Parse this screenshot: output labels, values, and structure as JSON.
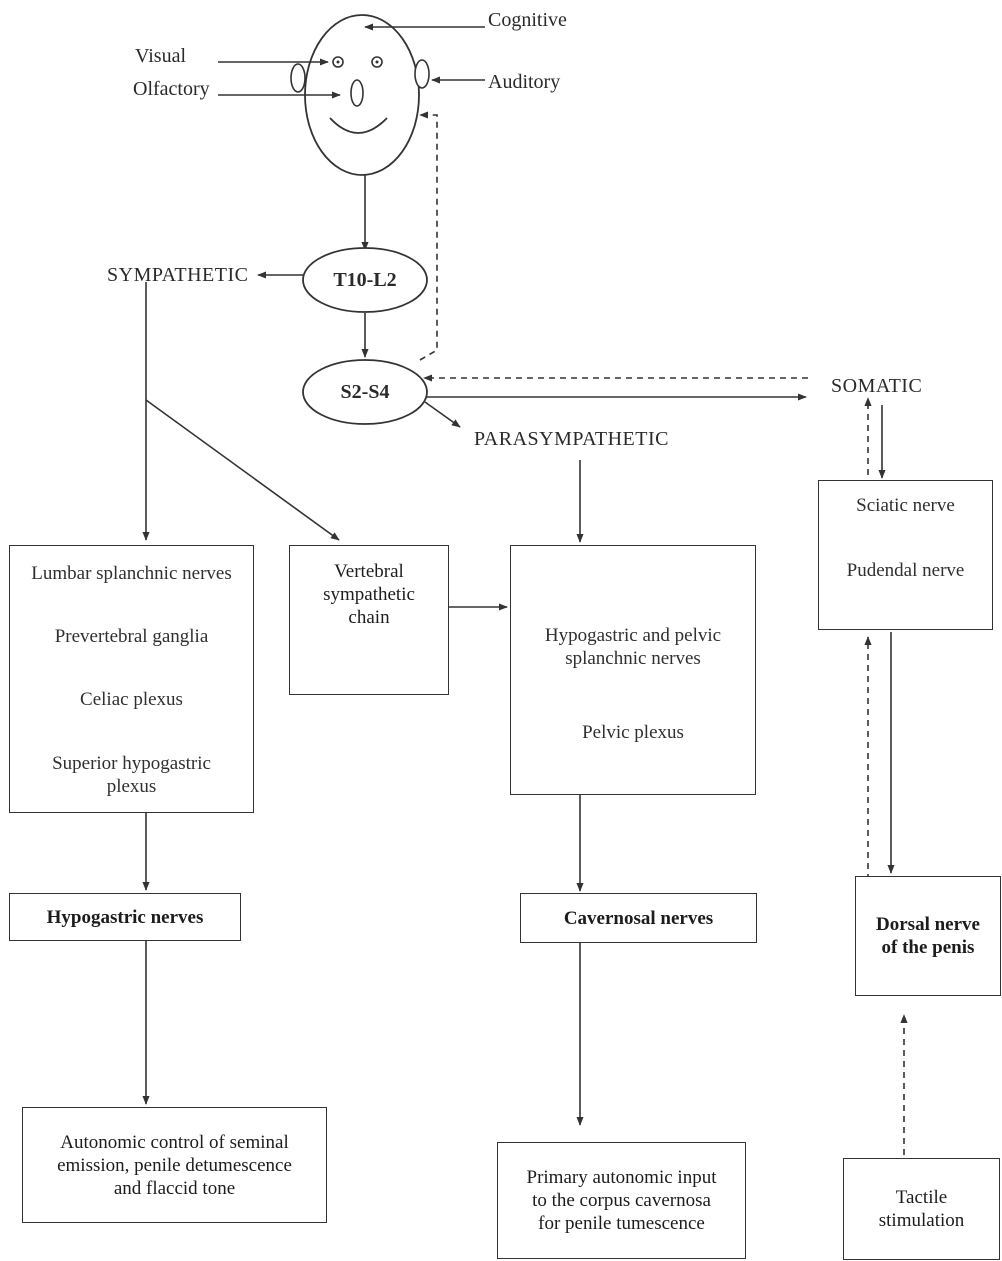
{
  "inputs": {
    "cognitive": "Cognitive",
    "visual": "Visual",
    "olfactory": "Olfactory",
    "auditory": "Auditory"
  },
  "nodes": {
    "t10_l2": "T10-L2",
    "s2_s4": "S2-S4"
  },
  "branches": {
    "sympathetic": "SYMPATHETIC",
    "parasympathetic": "PARASYMPATHETIC",
    "somatic": "SOMATIC"
  },
  "boxes": {
    "lumbar": {
      "line1": "Lumbar splanchnic nerves",
      "line2": "Prevertebral ganglia",
      "line3": "Celiac plexus",
      "line4": "Superior hypogastric\nplexus"
    },
    "vertebral": "Vertebral\nsympathetic\nchain",
    "pelvic": {
      "line1": "Hypogastric and pelvic\nsplanchnic nerves",
      "line2": "Pelvic plexus"
    },
    "sciatic": {
      "line1": "Sciatic nerve",
      "line2": "Pudendal nerve"
    },
    "hypogastric_nerves": "Hypogastric nerves",
    "cavernosal_nerves": "Cavernosal nerves",
    "dorsal_nerve": "Dorsal nerve\nof the penis",
    "autonomic_control": "Autonomic control of seminal\nemission, penile detumescence\nand flaccid tone",
    "primary_autonomic": "Primary autonomic input\nto the corpus cavernosa\nfor penile tumescence",
    "tactile": "Tactile\nstimulation"
  }
}
